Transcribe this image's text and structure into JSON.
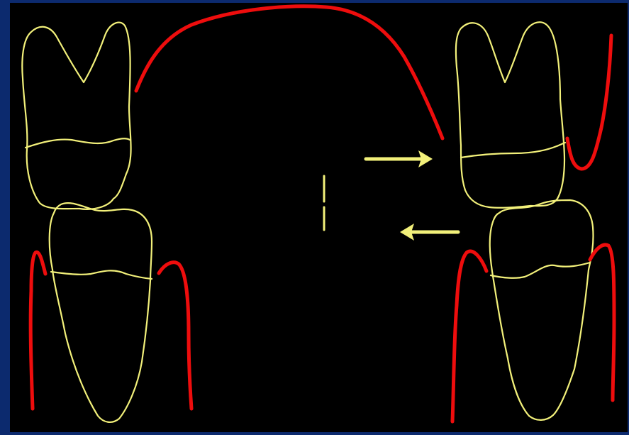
{
  "slide": {
    "background_color": "#0c2a6e",
    "panel_color": "#000000"
  },
  "colors": {
    "tooth_outline": "#f2f07a",
    "gingiva_line": "#ee0d0d",
    "arrows": "#f2f07a",
    "midline": "#f2f07a"
  },
  "figure": {
    "left_pair": {
      "upper_tooth": "upper-molar-outline",
      "lower_tooth": "lower-molar-outline"
    },
    "right_pair": {
      "upper_tooth": "upper-molar-outline",
      "lower_tooth": "lower-molar-outline"
    },
    "arrows": [
      {
        "name": "arrow-right-icon",
        "direction": "right"
      },
      {
        "name": "arrow-left-icon",
        "direction": "left"
      }
    ]
  }
}
